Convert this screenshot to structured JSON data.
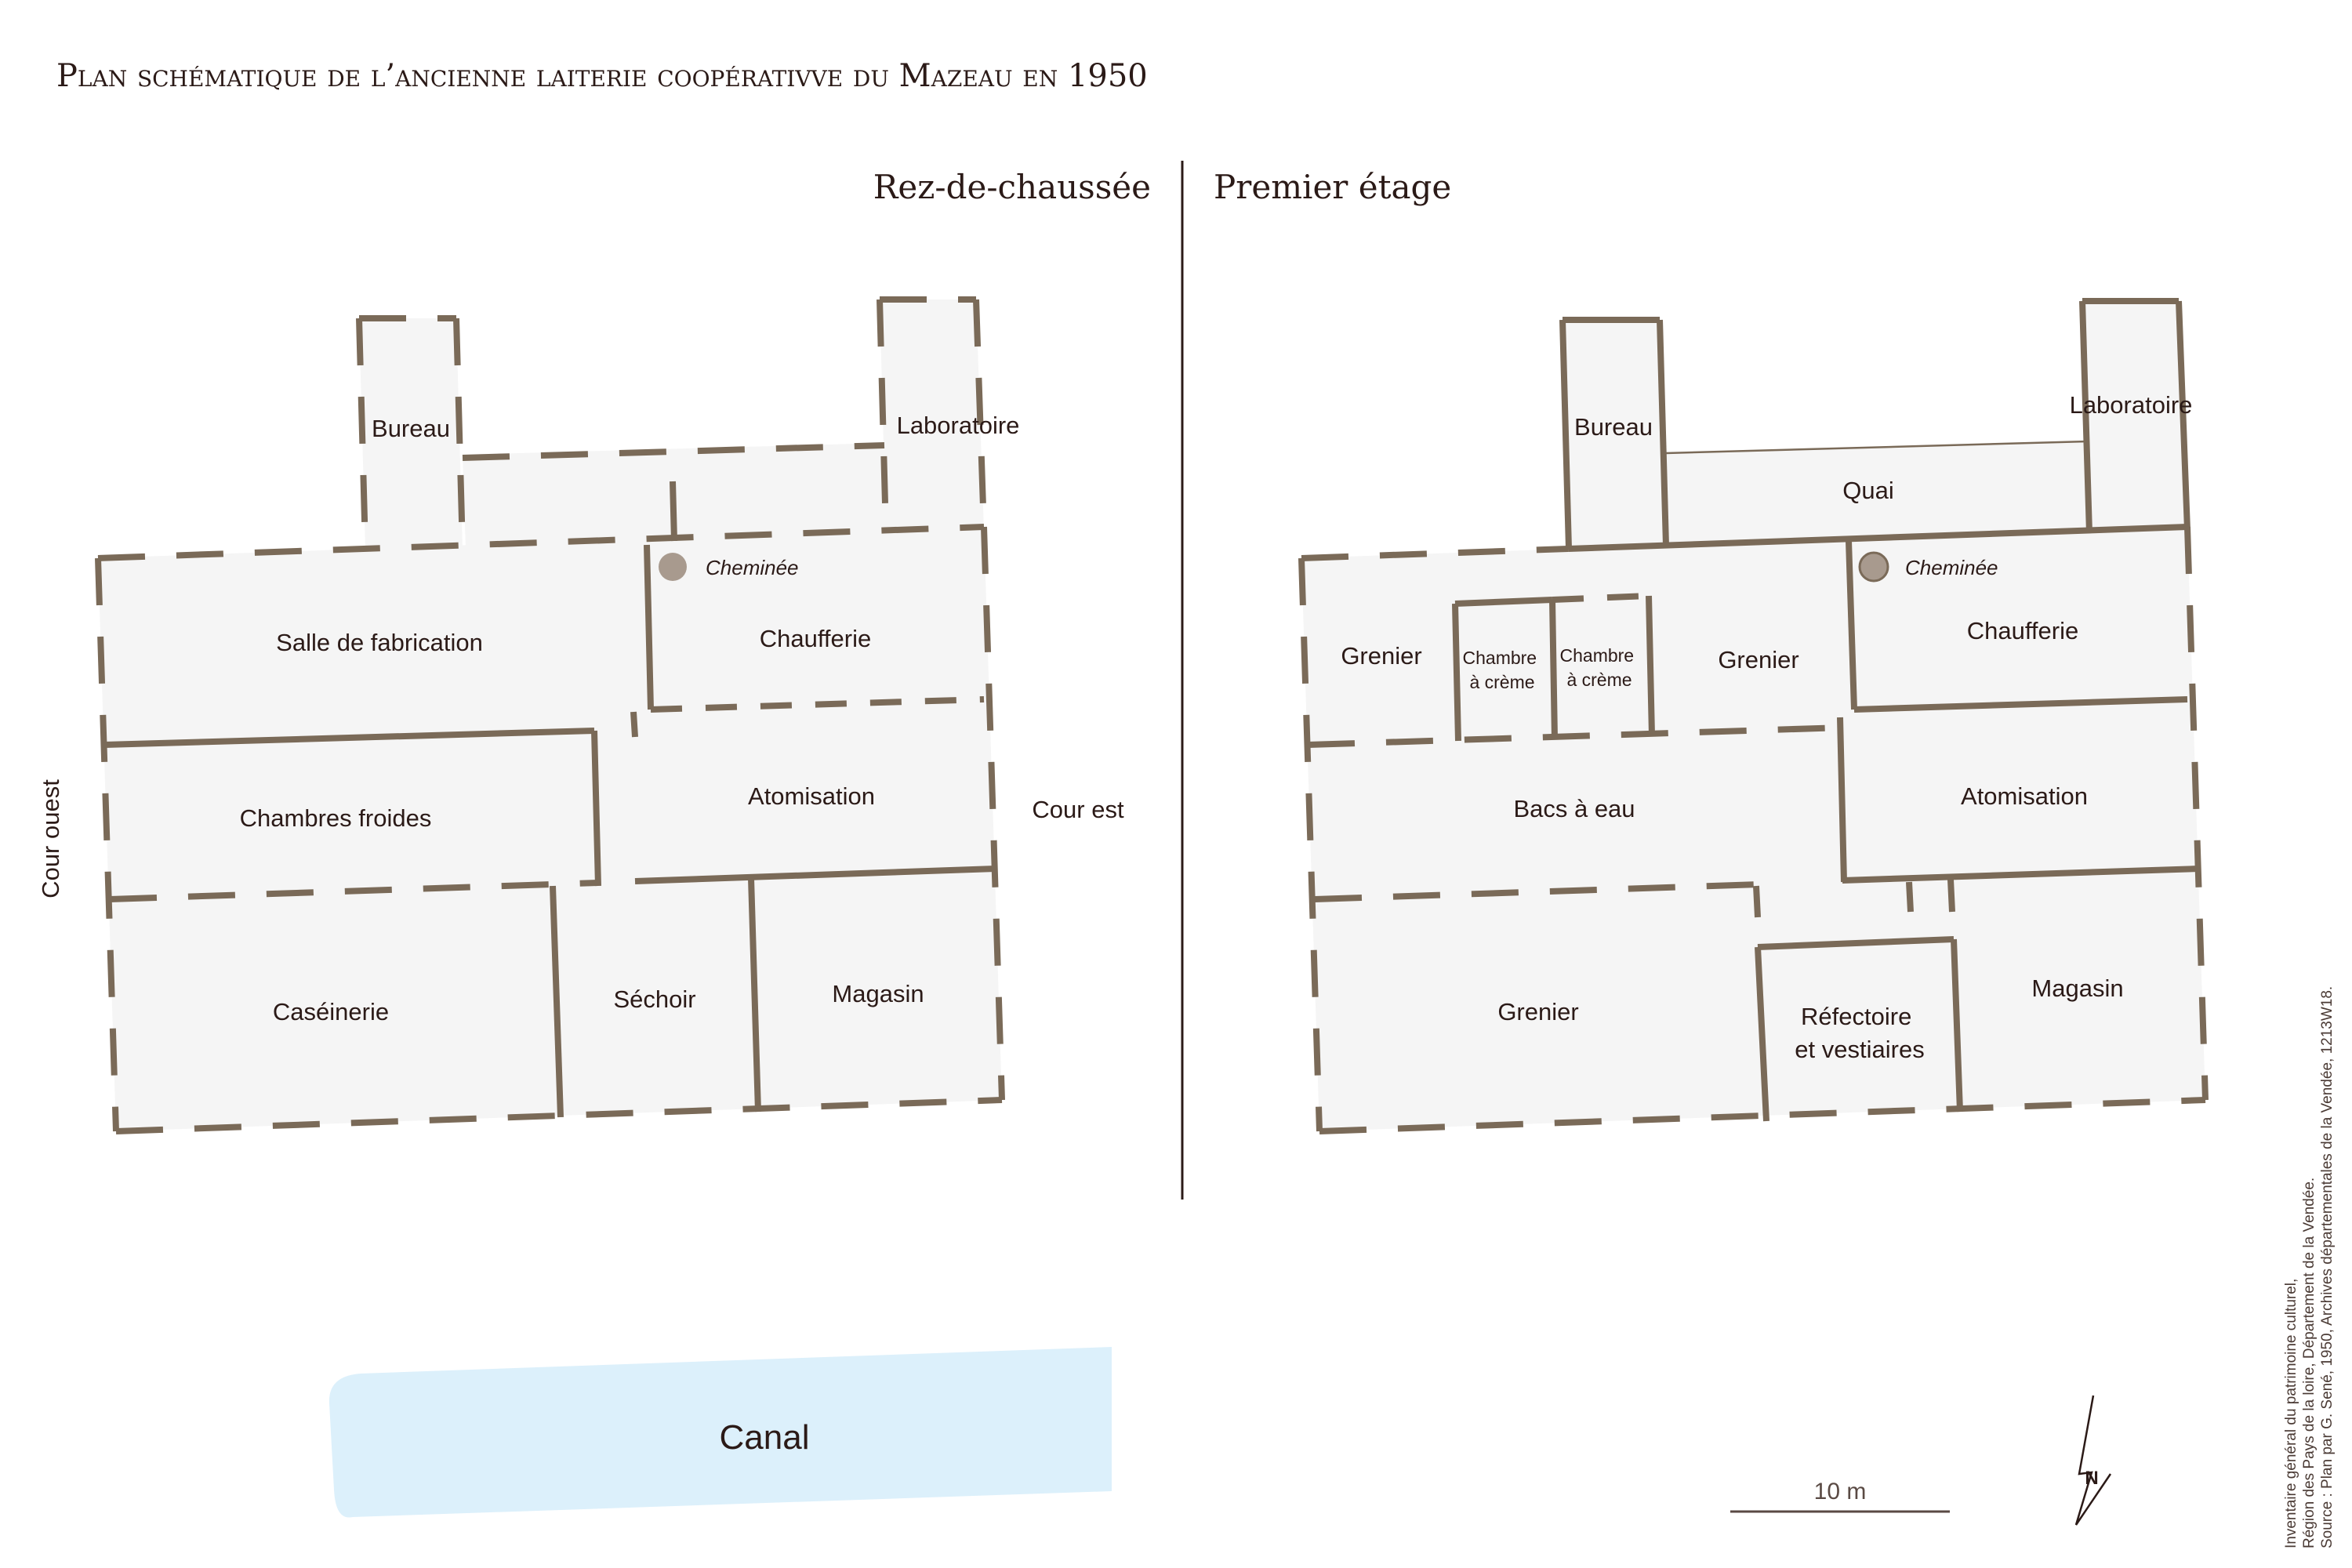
{
  "title": "Plan schématique de l’ancienne laiterie coopérativve du Mazeau en 1950",
  "sections": {
    "ground": "Rez-de-chaussée",
    "first": "Premier étage"
  },
  "ground_floor": {
    "bureau": "Bureau",
    "laboratoire": "Laboratoire",
    "cheminee": "Cheminée",
    "salle_fabrication": "Salle de fabrication",
    "chaufferie": "Chaufferie",
    "chambres_froides": "Chambres froides",
    "atomisation": "Atomisation",
    "caseinerie": "Caséinerie",
    "sechoir": "Séchoir",
    "magasin": "Magasin"
  },
  "first_floor": {
    "bureau": "Bureau",
    "laboratoire": "Laboratoire",
    "quai": "Quai",
    "cheminee": "Cheminée",
    "grenier_a": "Grenier",
    "chambre_creme_1": [
      "Chambre",
      "à crème"
    ],
    "chambre_creme_2": [
      "Chambre",
      "à crème"
    ],
    "grenier_b": "Grenier",
    "chaufferie": "Chaufferie",
    "bacs": "Bacs à eau",
    "atomisation": "Atomisation",
    "grenier_c": "Grenier",
    "refectoire": [
      "Réfectoire",
      "et vestiaires"
    ],
    "magasin": "Magasin"
  },
  "surroundings": {
    "cour_ouest": "Cour ouest",
    "cour_est": "Cour est",
    "canal": "Canal"
  },
  "scale_label": "10 m",
  "north": "N",
  "source": [
    "Inventaire général du patrimoine culturel,",
    "Région des Pays de la loire, Département de la Vendée.",
    "Source : Plan par G. Sené, 1950, Archives départementales de la Vendée, 1213W18."
  ],
  "colors": {
    "wall": "#7a6a58",
    "floor": "#f5f5f5",
    "canal": "#dcf0fb",
    "chimney": "#a89a8e",
    "text": "#2b1a17"
  }
}
